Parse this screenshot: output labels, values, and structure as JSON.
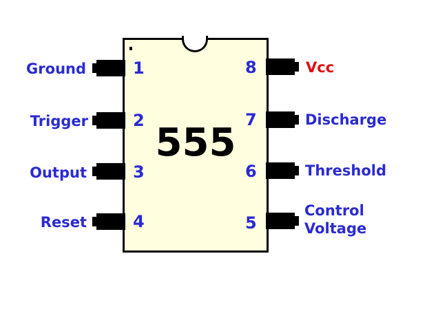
{
  "chip": {
    "name": "555",
    "body_color": "#ffffe0",
    "outline_color": "#000000"
  },
  "label_color": "#2a2ad2",
  "vcc_color": "#dd1111",
  "pins": [
    {
      "number": "1",
      "label": "Ground"
    },
    {
      "number": "2",
      "label": "Trigger"
    },
    {
      "number": "3",
      "label": "Output"
    },
    {
      "number": "4",
      "label": "Reset"
    },
    {
      "number": "5",
      "label_line1": "Control",
      "label_line2": "Voltage"
    },
    {
      "number": "6",
      "label": "Threshold"
    },
    {
      "number": "7",
      "label": "Discharge"
    },
    {
      "number": "8",
      "label": "Vcc"
    }
  ]
}
